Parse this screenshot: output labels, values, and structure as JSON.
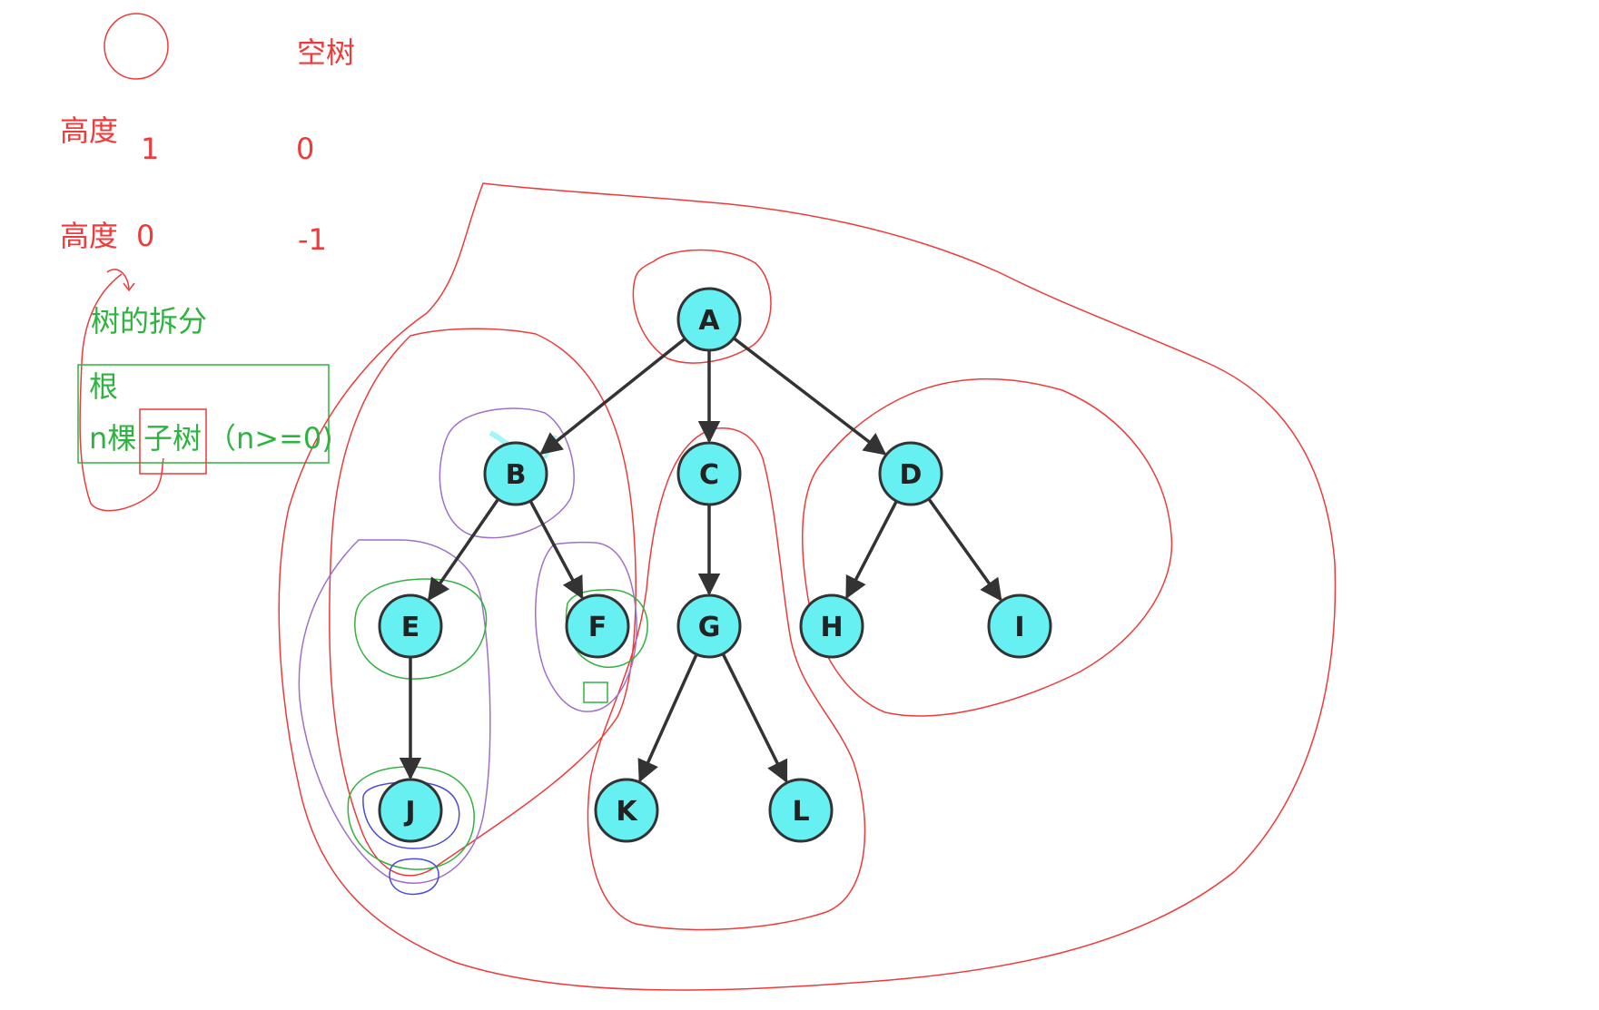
{
  "annotations": {
    "empty_tree": "空树",
    "height_label_1": "高度",
    "height_label_2": "高度",
    "single_node_height_a": "1",
    "empty_height_a": "0",
    "single_node_height_b": "0",
    "empty_height_b": "-1",
    "tree_split": "树的拆分",
    "root": "根",
    "n_prefix": "n棵",
    "subtree": "子树",
    "n_condition": "（n>=0)"
  },
  "tree": {
    "nodes": [
      {
        "id": "A",
        "label": "A"
      },
      {
        "id": "B",
        "label": "B"
      },
      {
        "id": "C",
        "label": "C"
      },
      {
        "id": "D",
        "label": "D"
      },
      {
        "id": "E",
        "label": "E"
      },
      {
        "id": "F",
        "label": "F"
      },
      {
        "id": "G",
        "label": "G"
      },
      {
        "id": "H",
        "label": "H"
      },
      {
        "id": "I",
        "label": "I"
      },
      {
        "id": "J",
        "label": "J"
      },
      {
        "id": "K",
        "label": "K"
      },
      {
        "id": "L",
        "label": "L"
      }
    ],
    "edges": [
      {
        "from": "A",
        "to": "B"
      },
      {
        "from": "A",
        "to": "C"
      },
      {
        "from": "A",
        "to": "D"
      },
      {
        "from": "B",
        "to": "E"
      },
      {
        "from": "B",
        "to": "F"
      },
      {
        "from": "C",
        "to": "G"
      },
      {
        "from": "D",
        "to": "H"
      },
      {
        "from": "D",
        "to": "I"
      },
      {
        "from": "E",
        "to": "J"
      },
      {
        "from": "G",
        "to": "K"
      },
      {
        "from": "G",
        "to": "L"
      }
    ]
  },
  "colors": {
    "node_fill": "#66f0f2",
    "node_stroke": "#333333",
    "edge": "#333333",
    "red_ink": "#ee3a3a",
    "green_ink": "#2fb33f",
    "purple_ink": "#a070c8",
    "blue_ink": "#4b4bd8"
  }
}
